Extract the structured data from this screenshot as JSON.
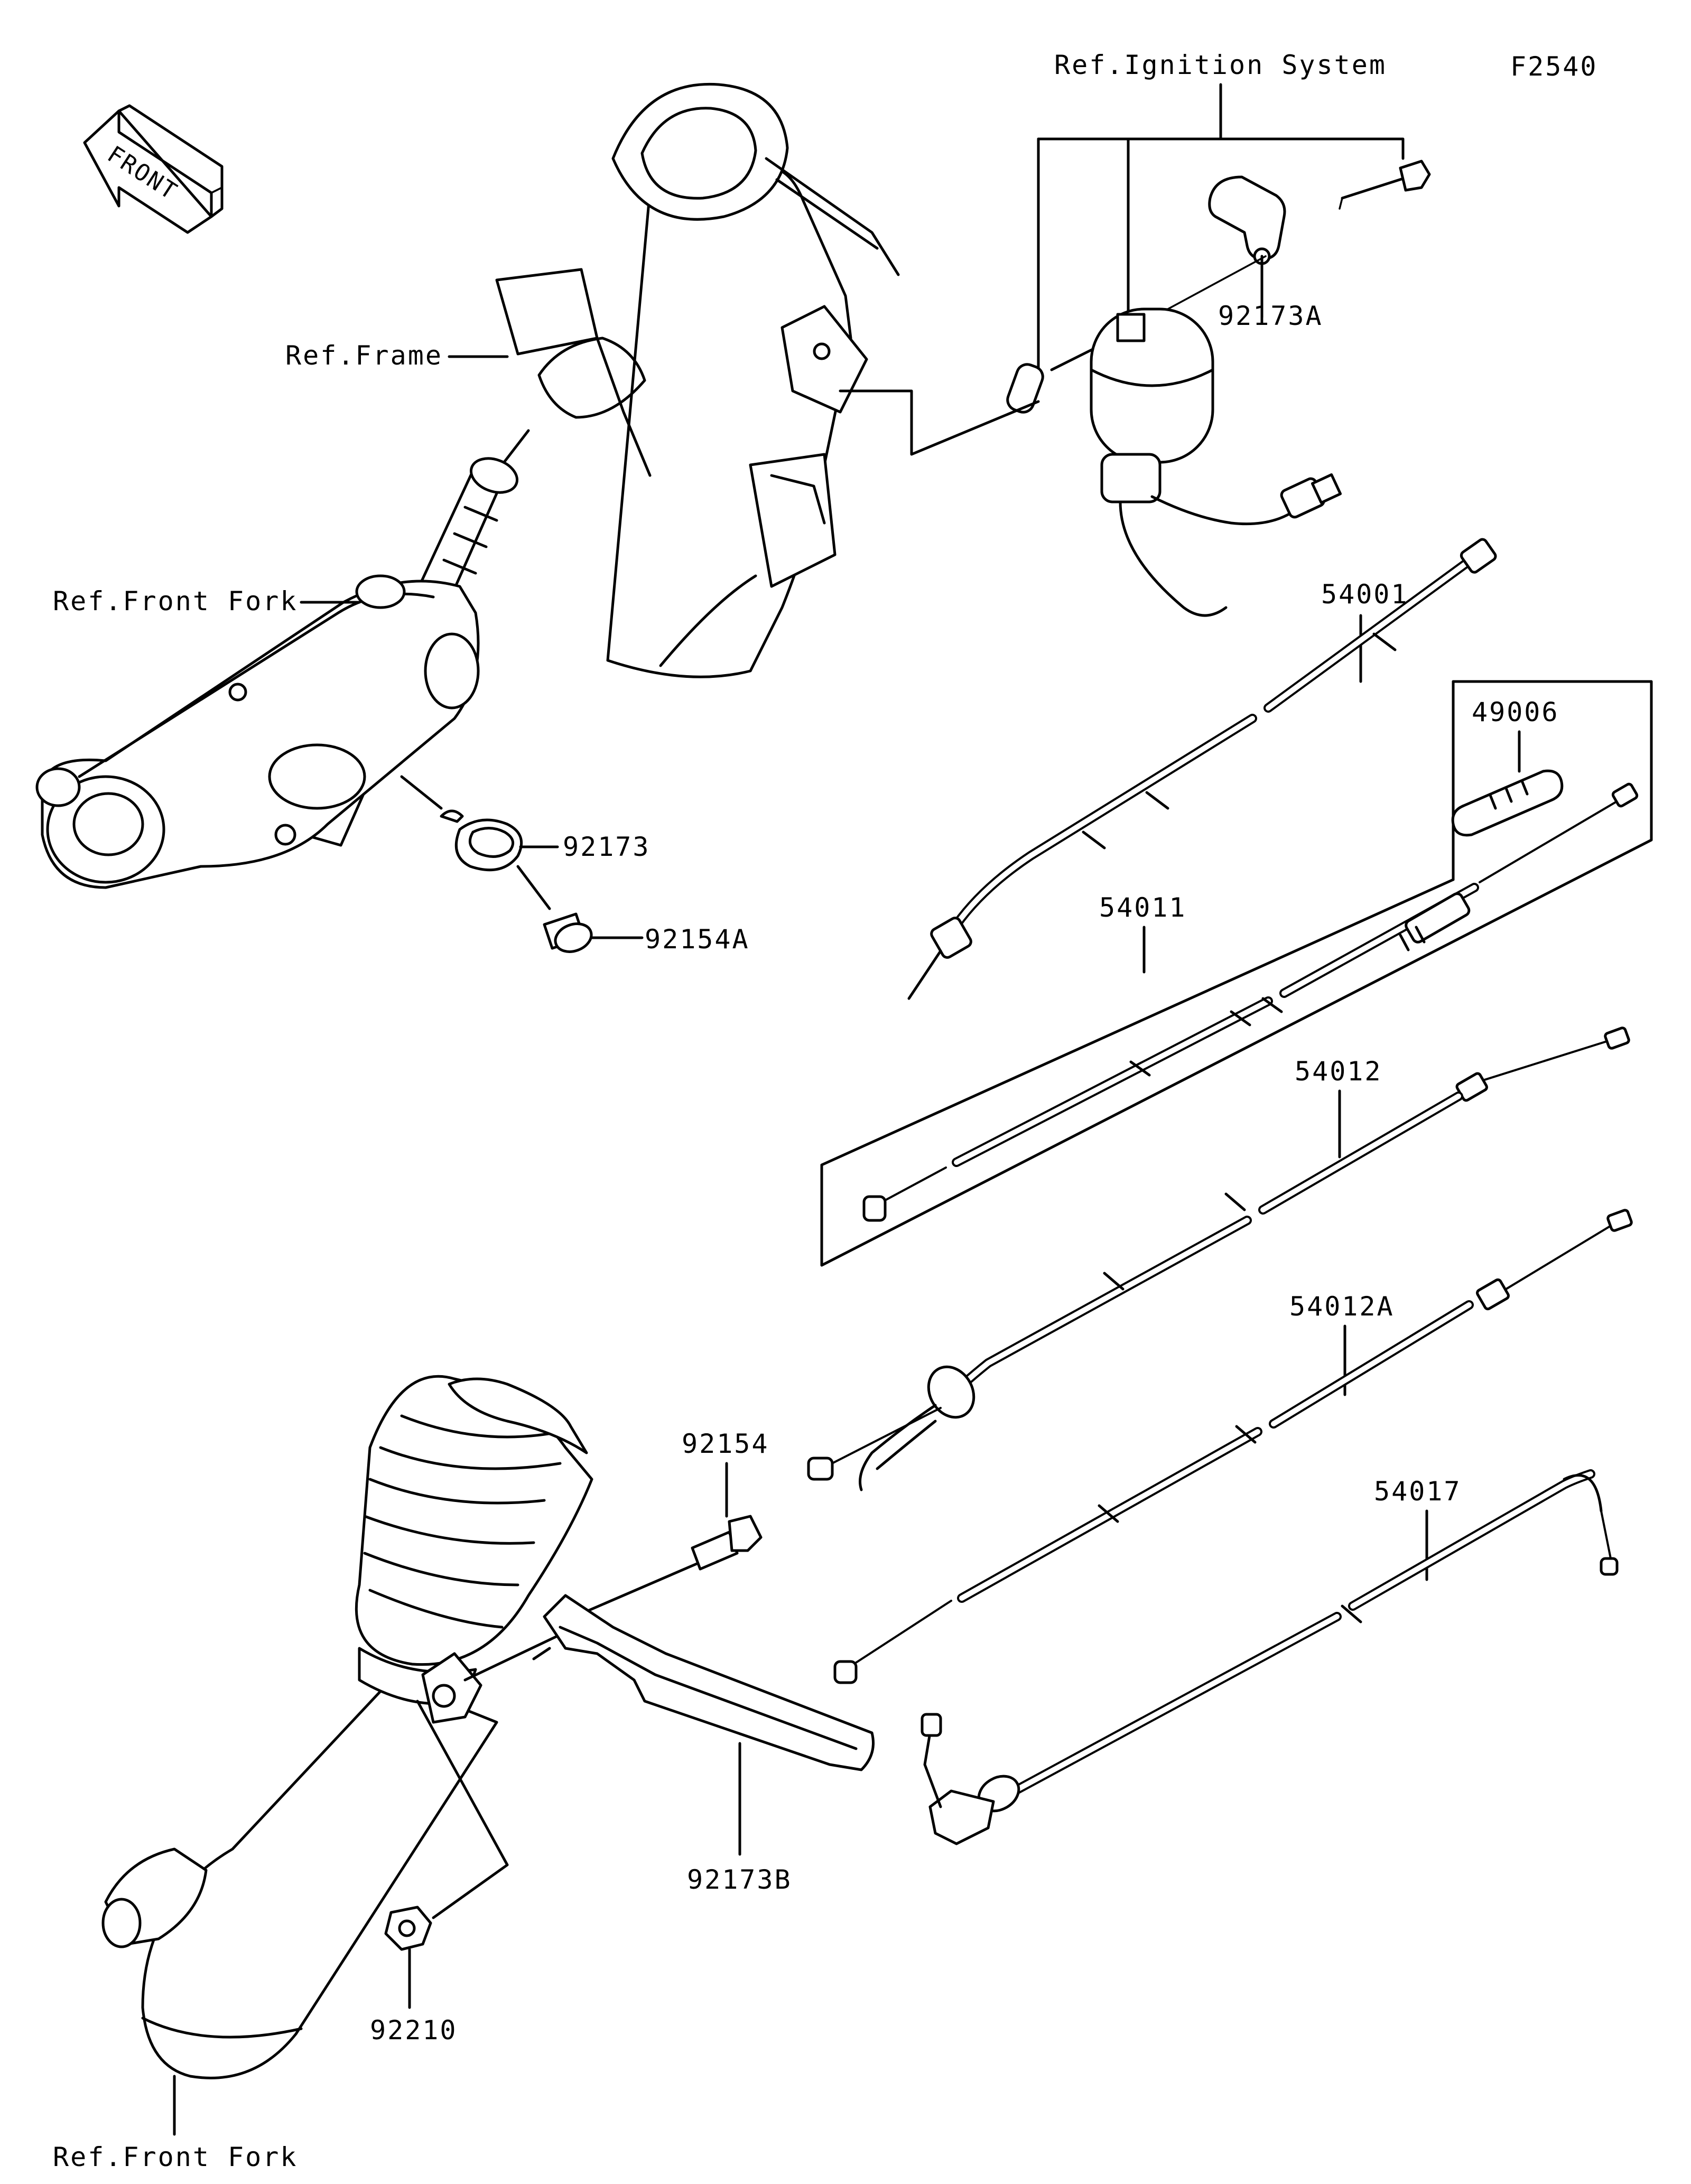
{
  "diagram_code": "F2540",
  "front_arrow": {
    "text": "FRONT",
    "icon": "front-direction-arrow-icon"
  },
  "references": {
    "ignition_system": "Ref.Ignition System",
    "frame": "Ref.Frame",
    "front_fork_upper": "Ref.Front Fork",
    "front_fork_lower": "Ref.Front Fork"
  },
  "parts": {
    "p92173A": "92173A",
    "p54001": "54001",
    "p49006": "49006",
    "p54011": "54011",
    "p92173": "92173",
    "p92154A": "92154A",
    "p54012": "54012",
    "p54012A": "54012A",
    "p92154": "92154",
    "p54017": "54017",
    "p92173B": "92173B",
    "p92210": "92210"
  }
}
